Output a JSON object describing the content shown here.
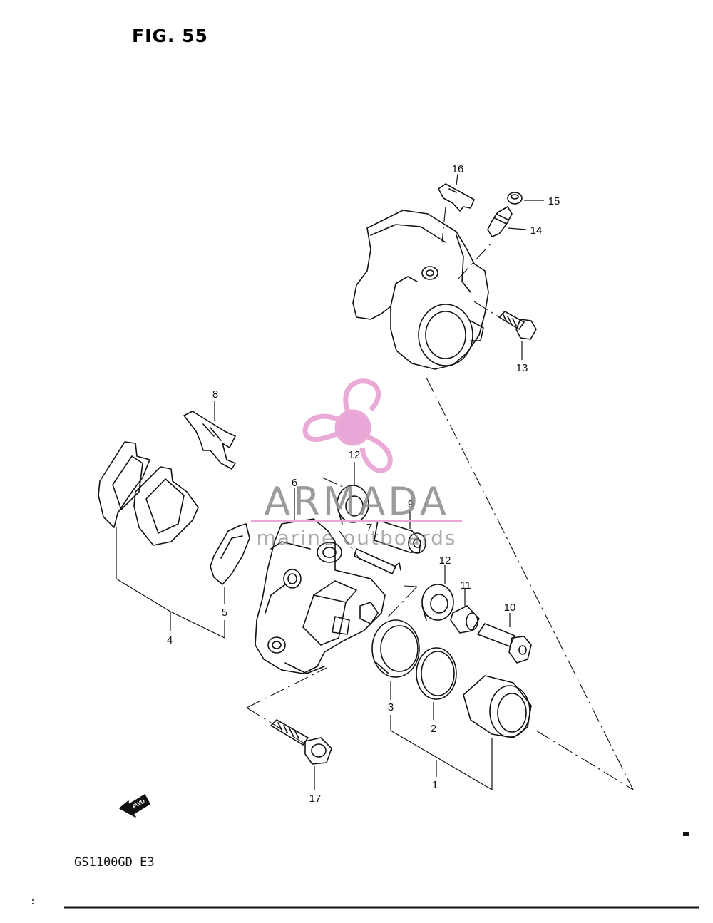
{
  "figure": {
    "title": "FIG. 55",
    "model_code": "GS1100GD  E3",
    "fwd_marker": "FWD"
  },
  "watermark": {
    "brand": "ARMADA",
    "tagline": "marine outboards",
    "color": "#e9a6d6"
  },
  "callouts": [
    {
      "id": "1",
      "label": "1"
    },
    {
      "id": "2",
      "label": "2"
    },
    {
      "id": "3",
      "label": "3"
    },
    {
      "id": "4",
      "label": "4"
    },
    {
      "id": "5",
      "label": "5"
    },
    {
      "id": "6",
      "label": "6"
    },
    {
      "id": "7",
      "label": "7"
    },
    {
      "id": "8",
      "label": "8"
    },
    {
      "id": "9",
      "label": "9"
    },
    {
      "id": "10",
      "label": "10"
    },
    {
      "id": "11",
      "label": "11"
    },
    {
      "id": "12a",
      "label": "12"
    },
    {
      "id": "12b",
      "label": "12"
    },
    {
      "id": "13",
      "label": "13"
    },
    {
      "id": "14",
      "label": "14"
    },
    {
      "id": "15",
      "label": "15"
    },
    {
      "id": "16",
      "label": "16"
    },
    {
      "id": "17",
      "label": "17"
    }
  ]
}
